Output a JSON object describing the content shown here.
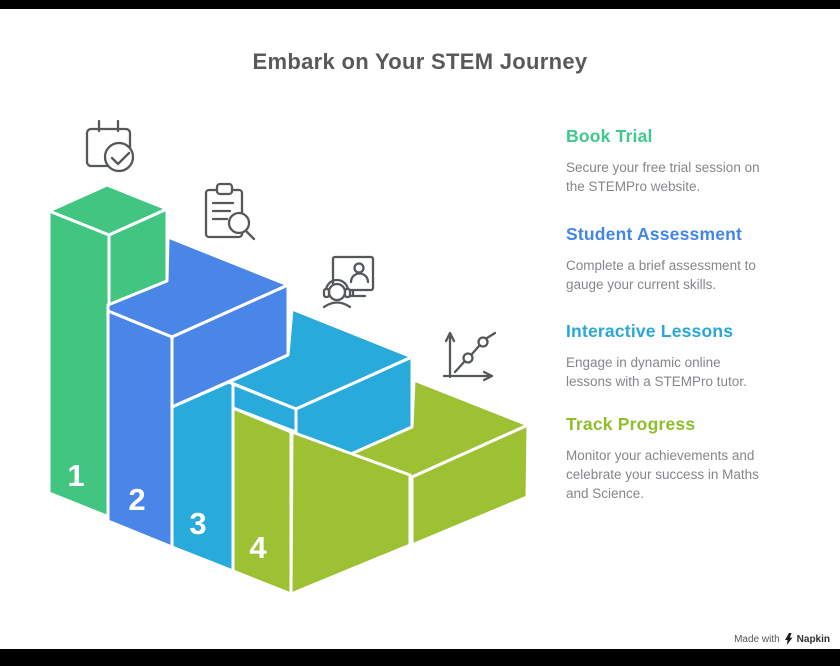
{
  "page": {
    "title": "Embark on Your STEM Journey",
    "background_color": "#ffffff",
    "letterbox_color": "#000000",
    "title_color": "#58595b"
  },
  "steps": [
    {
      "number": "1",
      "label": "Book Trial",
      "description": "Secure your free trial session on\nthe STEMPro website.",
      "color": "#41c581",
      "heading_color": "#3ec98b",
      "icon": "calendar-check-icon"
    },
    {
      "number": "2",
      "label": "Student Assessment",
      "description": "Complete a brief assessment to\ngauge your current skills.",
      "color": "#4a86e8",
      "heading_color": "#4285ea",
      "icon": "clipboard-search-icon"
    },
    {
      "number": "3",
      "label": "Interactive Lessons",
      "description": "Engage in dynamic online\nlessons with a STEMPro tutor.",
      "color": "#28aadb",
      "heading_color": "#29a8d4",
      "icon": "online-lesson-icon"
    },
    {
      "number": "4",
      "label": "Track Progress",
      "description": "Monitor your achievements and\ncelebrate your success in Maths\nand Science.",
      "color": "#9dc133",
      "heading_color": "#8ebe2c",
      "icon": "line-chart-icon"
    }
  ],
  "watermark": {
    "prefix": "Made with",
    "brand": "Napkin"
  }
}
